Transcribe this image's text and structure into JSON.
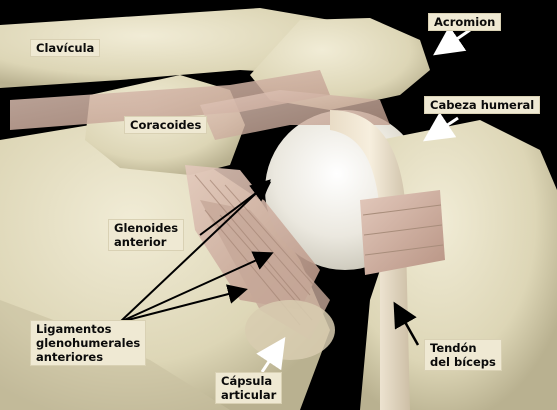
{
  "labels": {
    "clavicula": "Clavícula",
    "acromion": "Acromion",
    "coracoides": "Coracoides",
    "cabeza_humeral": "Cabeza humeral",
    "glenoides_anterior": "Glenoides\nanterior",
    "ligamentos": "Ligamentos\nglenohumerales\nanteriores",
    "tendon_biceps": "Tendón\ndel bíceps",
    "capsula_articular": "Cápsula\narticular"
  },
  "colors": {
    "background": "#000000",
    "bone": "#e6e0c4",
    "ligament": "#d7bcae",
    "label_bg": "#efe9d3",
    "arrow_black": "#000000",
    "arrow_white": "#ffffff"
  }
}
